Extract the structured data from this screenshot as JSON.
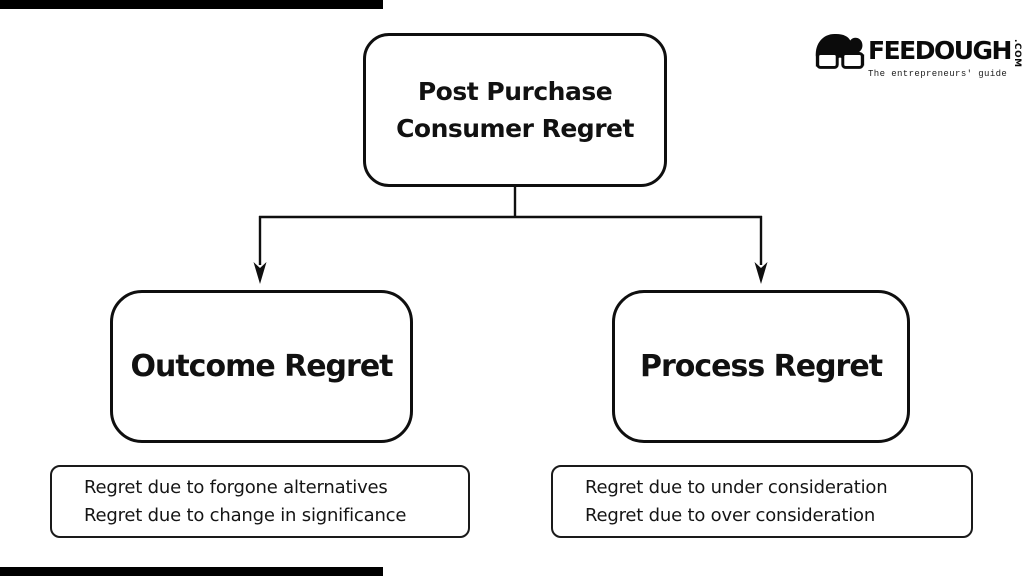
{
  "diagram": {
    "root_label": "Post Purchase\nConsumer Regret",
    "left": {
      "label": "Outcome Regret",
      "detail_lines": [
        "Regret due to forgone alternatives",
        "Regret due to change in significance"
      ]
    },
    "right": {
      "label": "Process Regret",
      "detail_lines": [
        "Regret due to under consideration",
        "Regret due to over consideration"
      ]
    }
  },
  "logo": {
    "brand": "FEEDOUGH",
    "tld": ".COM",
    "tagline": "The entrepreneurs' guide"
  },
  "colors": {
    "ink": "#0f0f0f",
    "background": "#ffffff"
  }
}
